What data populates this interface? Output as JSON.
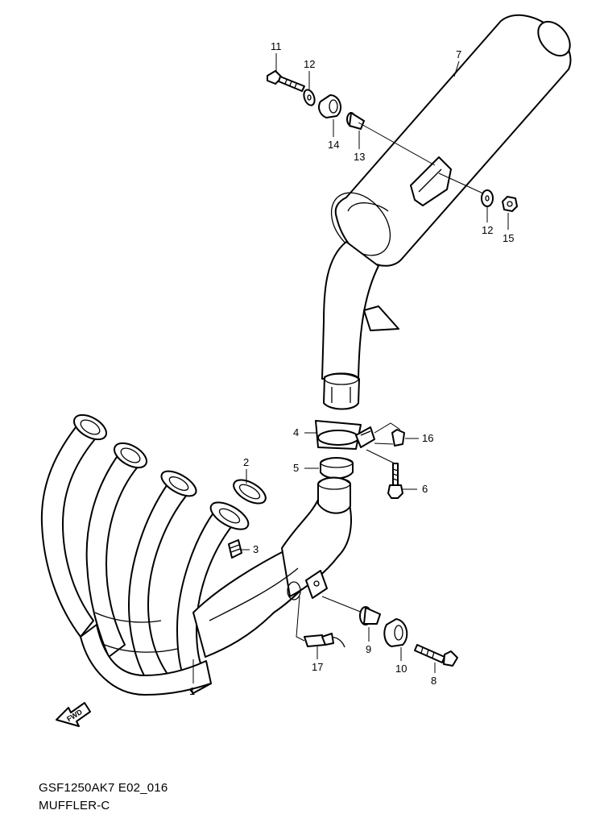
{
  "drawing": {
    "code": "GSF1250AK7 E02_016",
    "title": "MUFFLER-C",
    "fwd_label": "FWD"
  },
  "callouts": {
    "c1": "1",
    "c2": "2",
    "c3": "3",
    "c4": "4",
    "c5": "5",
    "c6": "6",
    "c7": "7",
    "c8": "8",
    "c9": "9",
    "c10": "10",
    "c11": "11",
    "c12a": "12",
    "c12b": "12",
    "c13": "13",
    "c14": "14",
    "c15": "15",
    "c16": "16",
    "c17": "17"
  }
}
